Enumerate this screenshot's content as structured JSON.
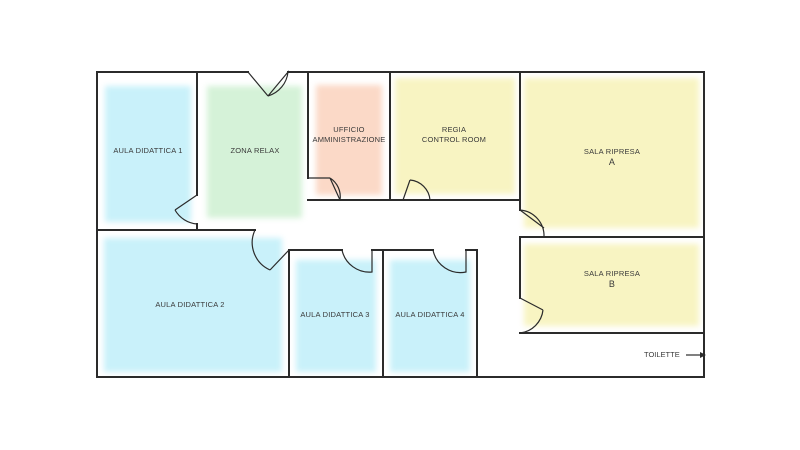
{
  "colors": {
    "blue": "#c9f1fa",
    "green": "#d5f2d8",
    "orange": "#fbd9c7",
    "yellow": "#f8f4c2",
    "wall": "#2b2b2b"
  },
  "rooms": [
    {
      "label": "AULA DIDATTICA 1",
      "color": "blue"
    },
    {
      "label": "ZONA RELAX",
      "color": "green"
    },
    {
      "label_lines": [
        "UFFICIO",
        "AMMINISTRAZIONE"
      ],
      "color": "orange"
    },
    {
      "label_lines": [
        "REGIA",
        "CONTROL ROOM"
      ],
      "color": "yellow"
    },
    {
      "label": "SALA RIPRESA",
      "letter": "A",
      "color": "yellow"
    },
    {
      "label": "SALA RIPRESA",
      "letter": "B",
      "color": "yellow"
    },
    {
      "label": "AULA DIDATTICA 2",
      "color": "blue"
    },
    {
      "label": "AULA DIDATTICA 3",
      "color": "blue"
    },
    {
      "label": "AULA DIDATTICA 4",
      "color": "blue"
    }
  ],
  "exit": {
    "label": "TOILETTE",
    "icon": "arrow-right-icon"
  }
}
